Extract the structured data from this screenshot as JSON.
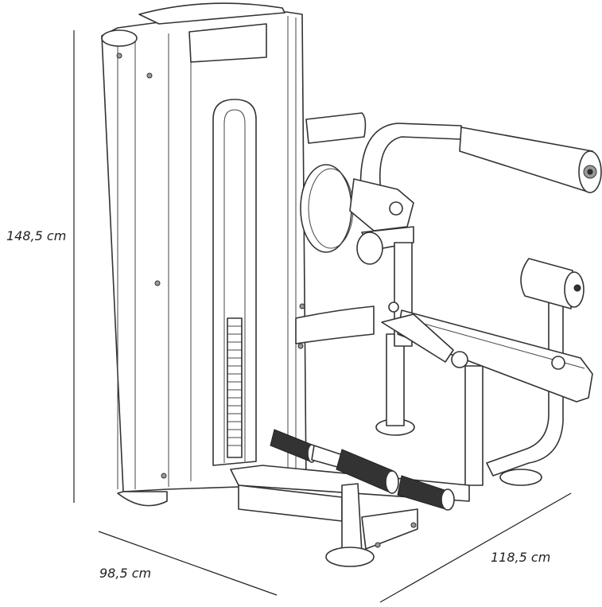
{
  "dimensions": {
    "height": "148,5 cm",
    "depth": "98,5 cm",
    "width": "118,5 cm"
  }
}
